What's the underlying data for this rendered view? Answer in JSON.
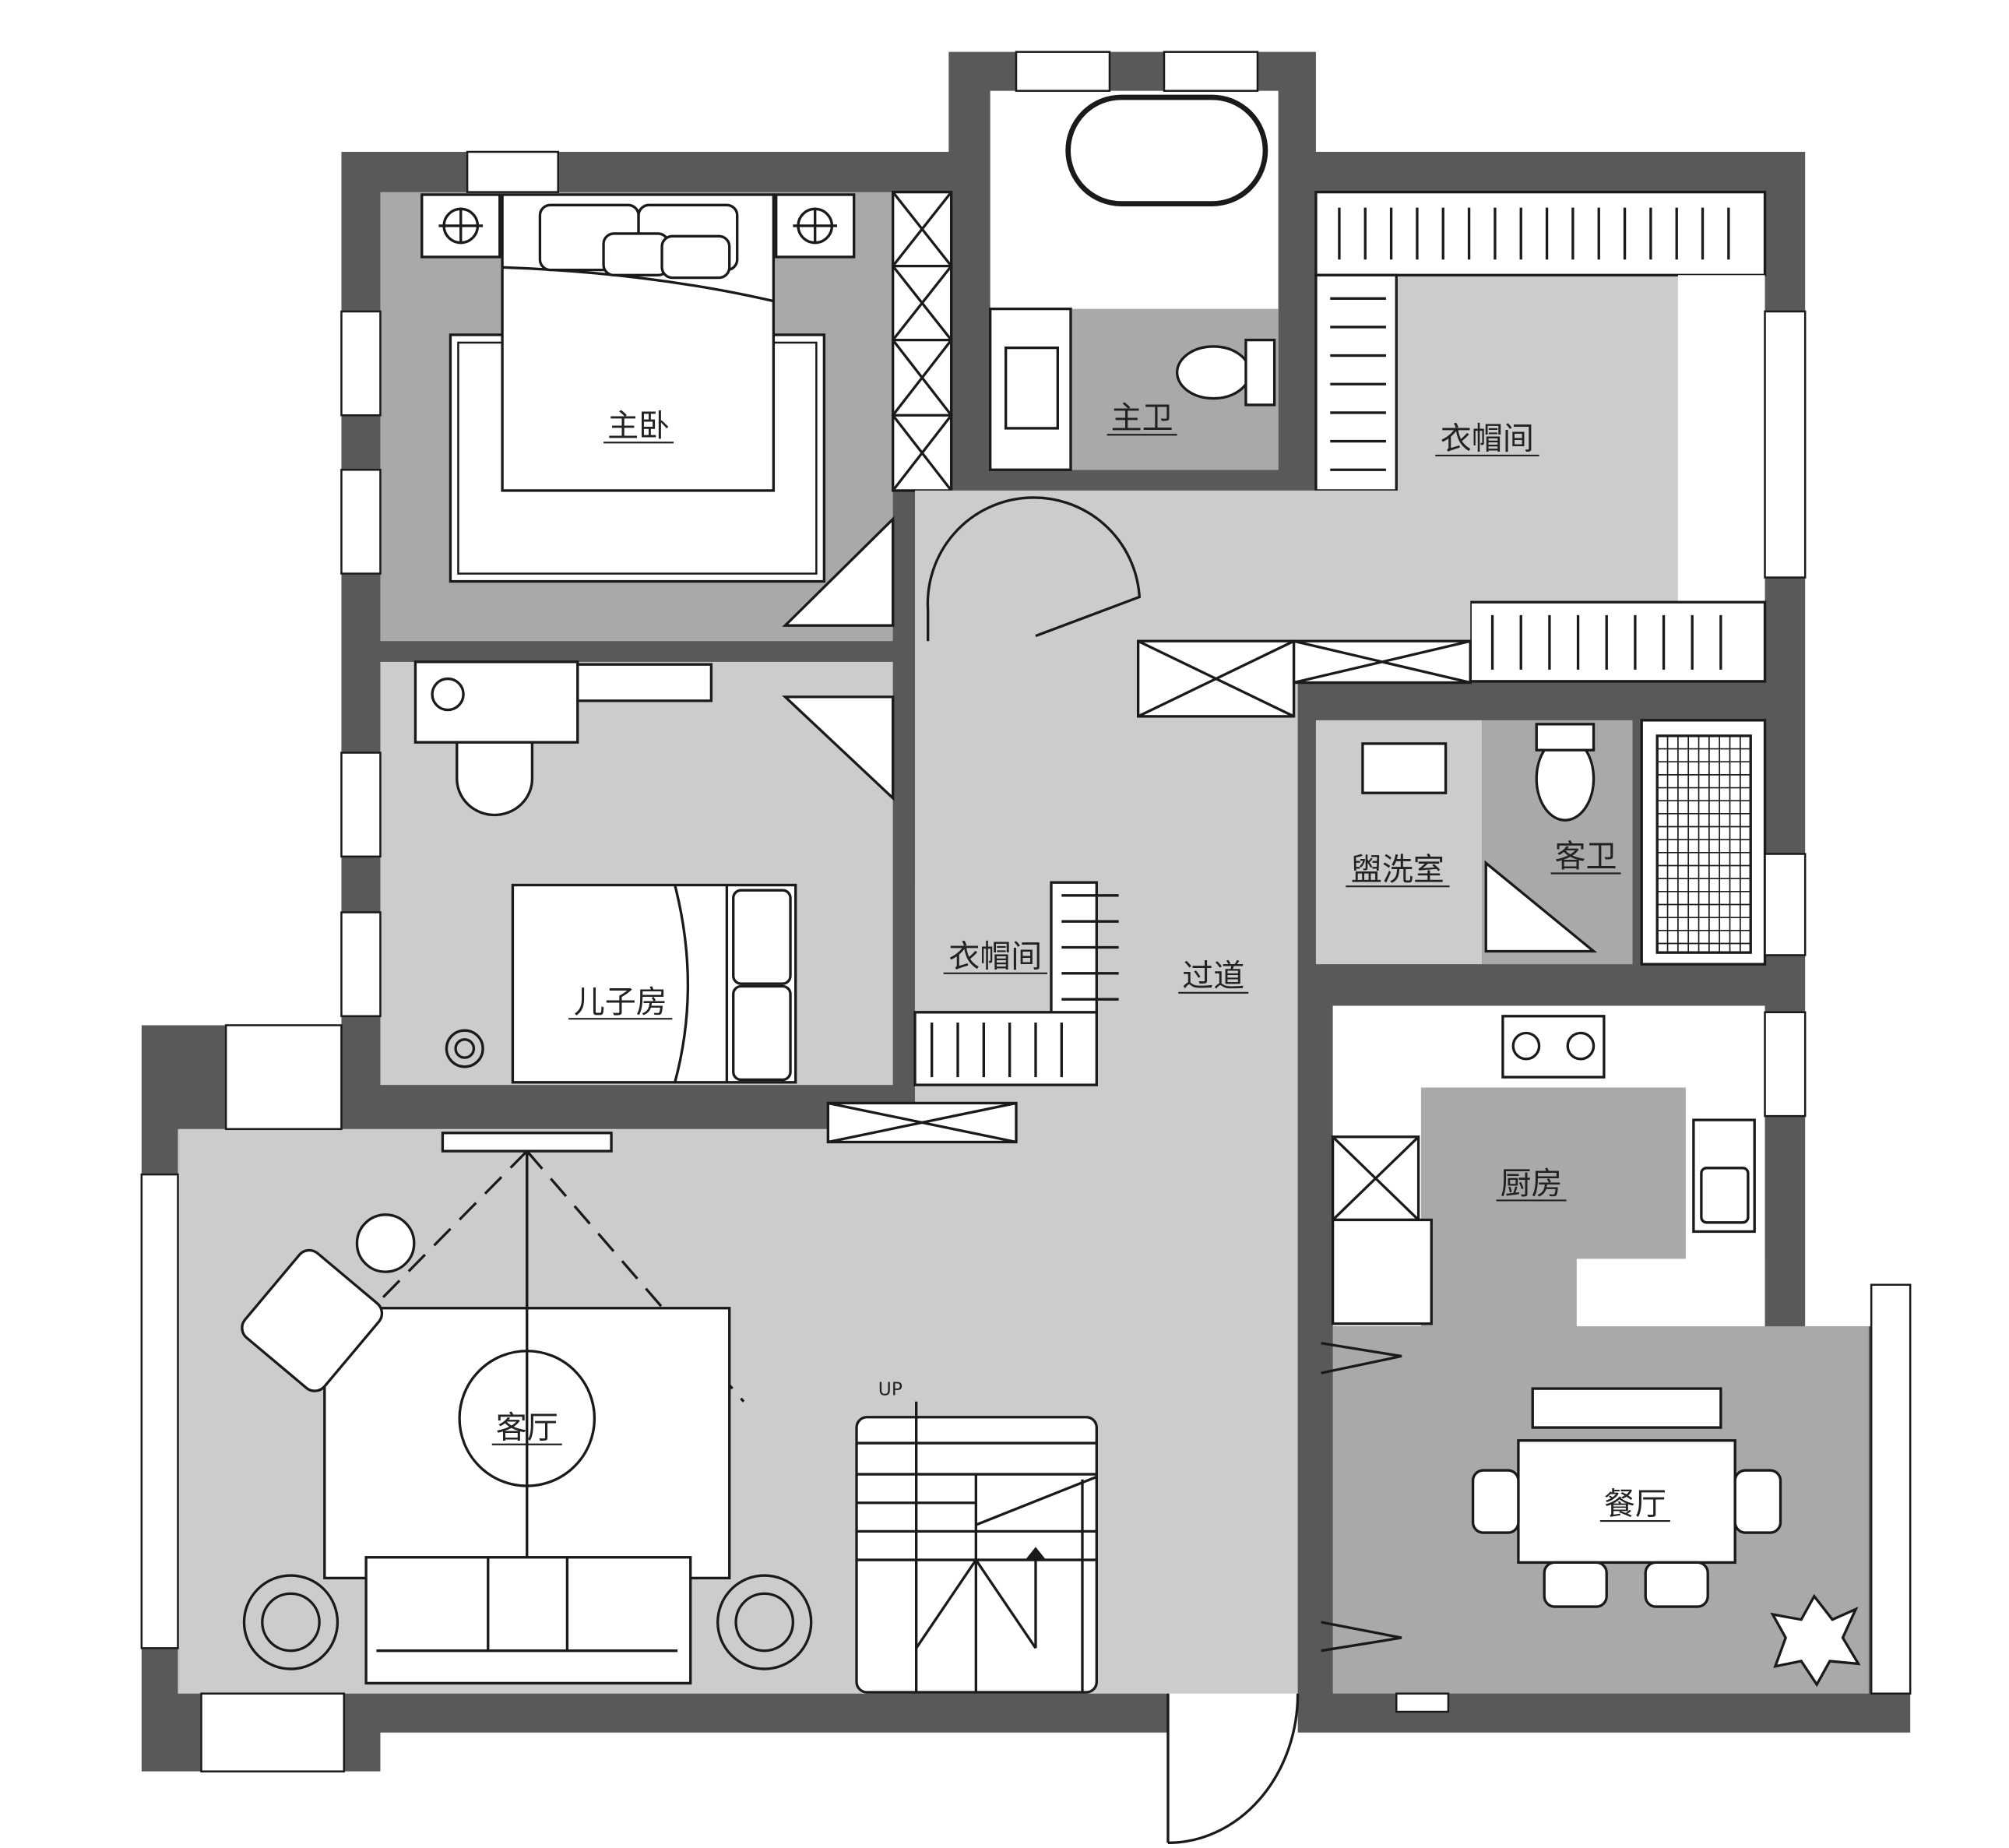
{
  "plan": {
    "colors": {
      "wall": "#595959",
      "floor_light": "#cccccc",
      "floor_dark": "#a9a9a9",
      "furniture": "#ffffff",
      "line": "#1a1a1a"
    },
    "rooms": {
      "master_bedroom": "主卧",
      "master_bath": "主卫",
      "cloakroom_main": "衣帽间",
      "son_room": "儿子房",
      "cloakroom_small": "衣帽间",
      "corridor": "过道",
      "washroom": "盥洗室",
      "guest_bath": "客卫",
      "kitchen": "厨房",
      "living_room": "客厅",
      "dining_room": "餐厅"
    },
    "stair_label": "UP"
  }
}
